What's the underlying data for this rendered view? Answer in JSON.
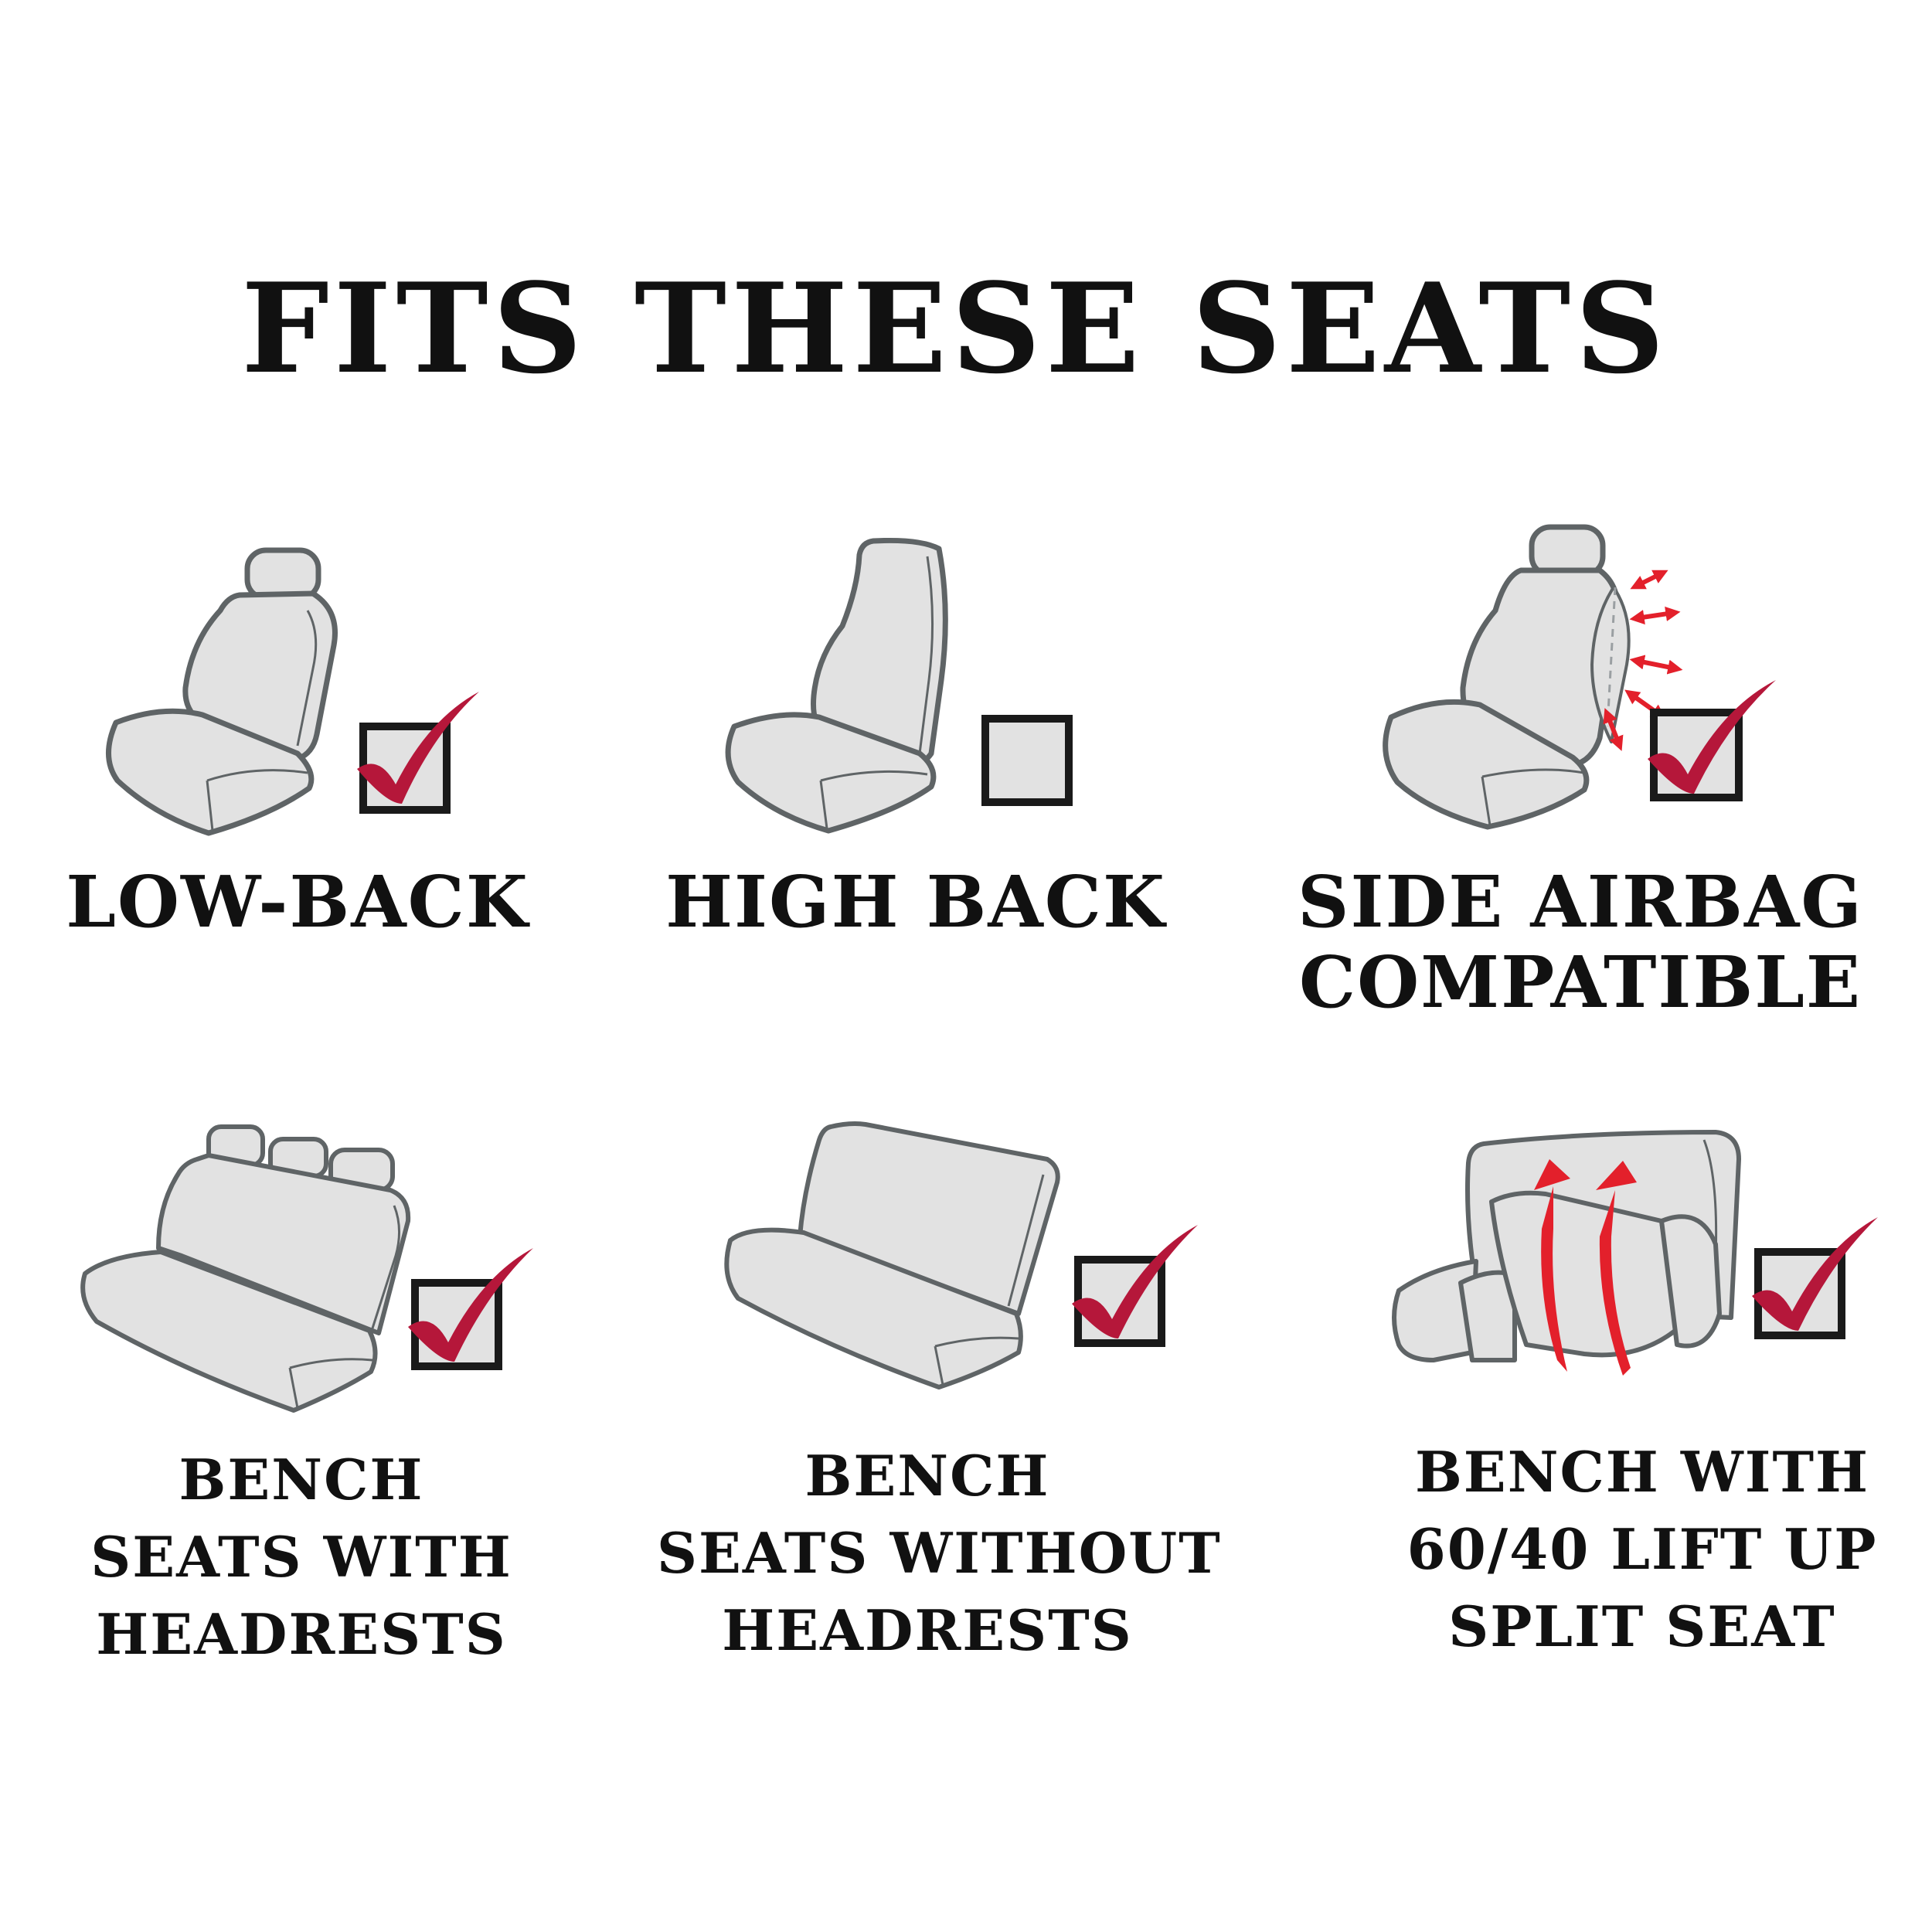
{
  "title": "FITS THESE SEATS",
  "seats": [
    {
      "icon": "low-back-seat-icon",
      "lines": [
        "LOW-BACK"
      ],
      "checked": true
    },
    {
      "icon": "high-back-seat-icon",
      "lines": [
        "HIGH BACK"
      ],
      "checked": false
    },
    {
      "icon": "side-airbag-seat-icon",
      "lines": [
        "SIDE AIRBAG",
        "COMPATIBLE"
      ],
      "checked": true
    },
    {
      "icon": "bench-with-headrests-icon",
      "lines": [
        "BENCH",
        "SEATS WITH",
        "HEADRESTS"
      ],
      "checked": true
    },
    {
      "icon": "bench-without-headrests-icon",
      "lines": [
        "BENCH",
        "SEATS WITHOUT",
        "HEADRESTS"
      ],
      "checked": true
    },
    {
      "icon": "split-bench-icon",
      "lines": [
        "BENCH WITH",
        "60/40 LIFT UP",
        "SPLIT SEAT"
      ],
      "checked": true
    }
  ],
  "colors": {
    "seat_fill": "#e2e2e2",
    "seat_outline": "#5f6466",
    "check_red": "#b5173a",
    "arrow_red": "#e3202b",
    "text": "#111111"
  }
}
